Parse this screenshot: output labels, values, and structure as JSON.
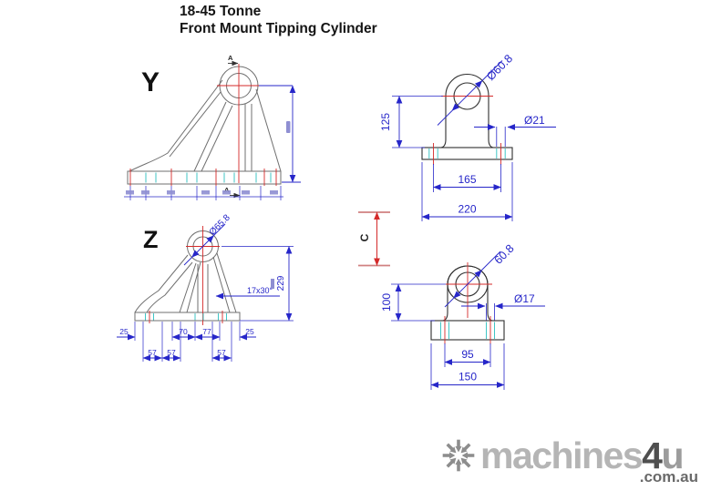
{
  "title": {
    "line1": "18-45 Tonne",
    "line2": "Front Mount Tipping Cylinder"
  },
  "views": {
    "side_y": {
      "name": "Y",
      "section_mark": "A"
    },
    "side_z": {
      "name": "Z",
      "bore_label": "Ø65.8",
      "height_label": "229",
      "chamfer_label": "17x30°",
      "row1": [
        "25",
        "70",
        "77",
        "25"
      ],
      "row2": [
        "57",
        "57",
        "57"
      ]
    },
    "section_mark_c": "C",
    "front_top": {
      "bore_label": "Ø60.8",
      "hole_label": "Ø21",
      "height_label": "125",
      "spacing_label": "165",
      "width_label": "220"
    },
    "front_bottom": {
      "bore_label": "60.8",
      "hole_label": "Ø17",
      "height_label": "100",
      "spacing_label": "95",
      "width_label": "150"
    }
  },
  "logo": {
    "icon": "asterisk-arrows-icon",
    "brand": "machines",
    "number": "4",
    "letter": "u",
    "domain": ".com.au"
  },
  "colors": {
    "dimension_blue": "#2626c9",
    "centerline_red": "#d42a2a",
    "hatch_cyan": "#3fc6c6",
    "outline_gray": "#6f6f6f",
    "outline_dark": "#2f2f2f",
    "section_pink": "#d08080"
  }
}
